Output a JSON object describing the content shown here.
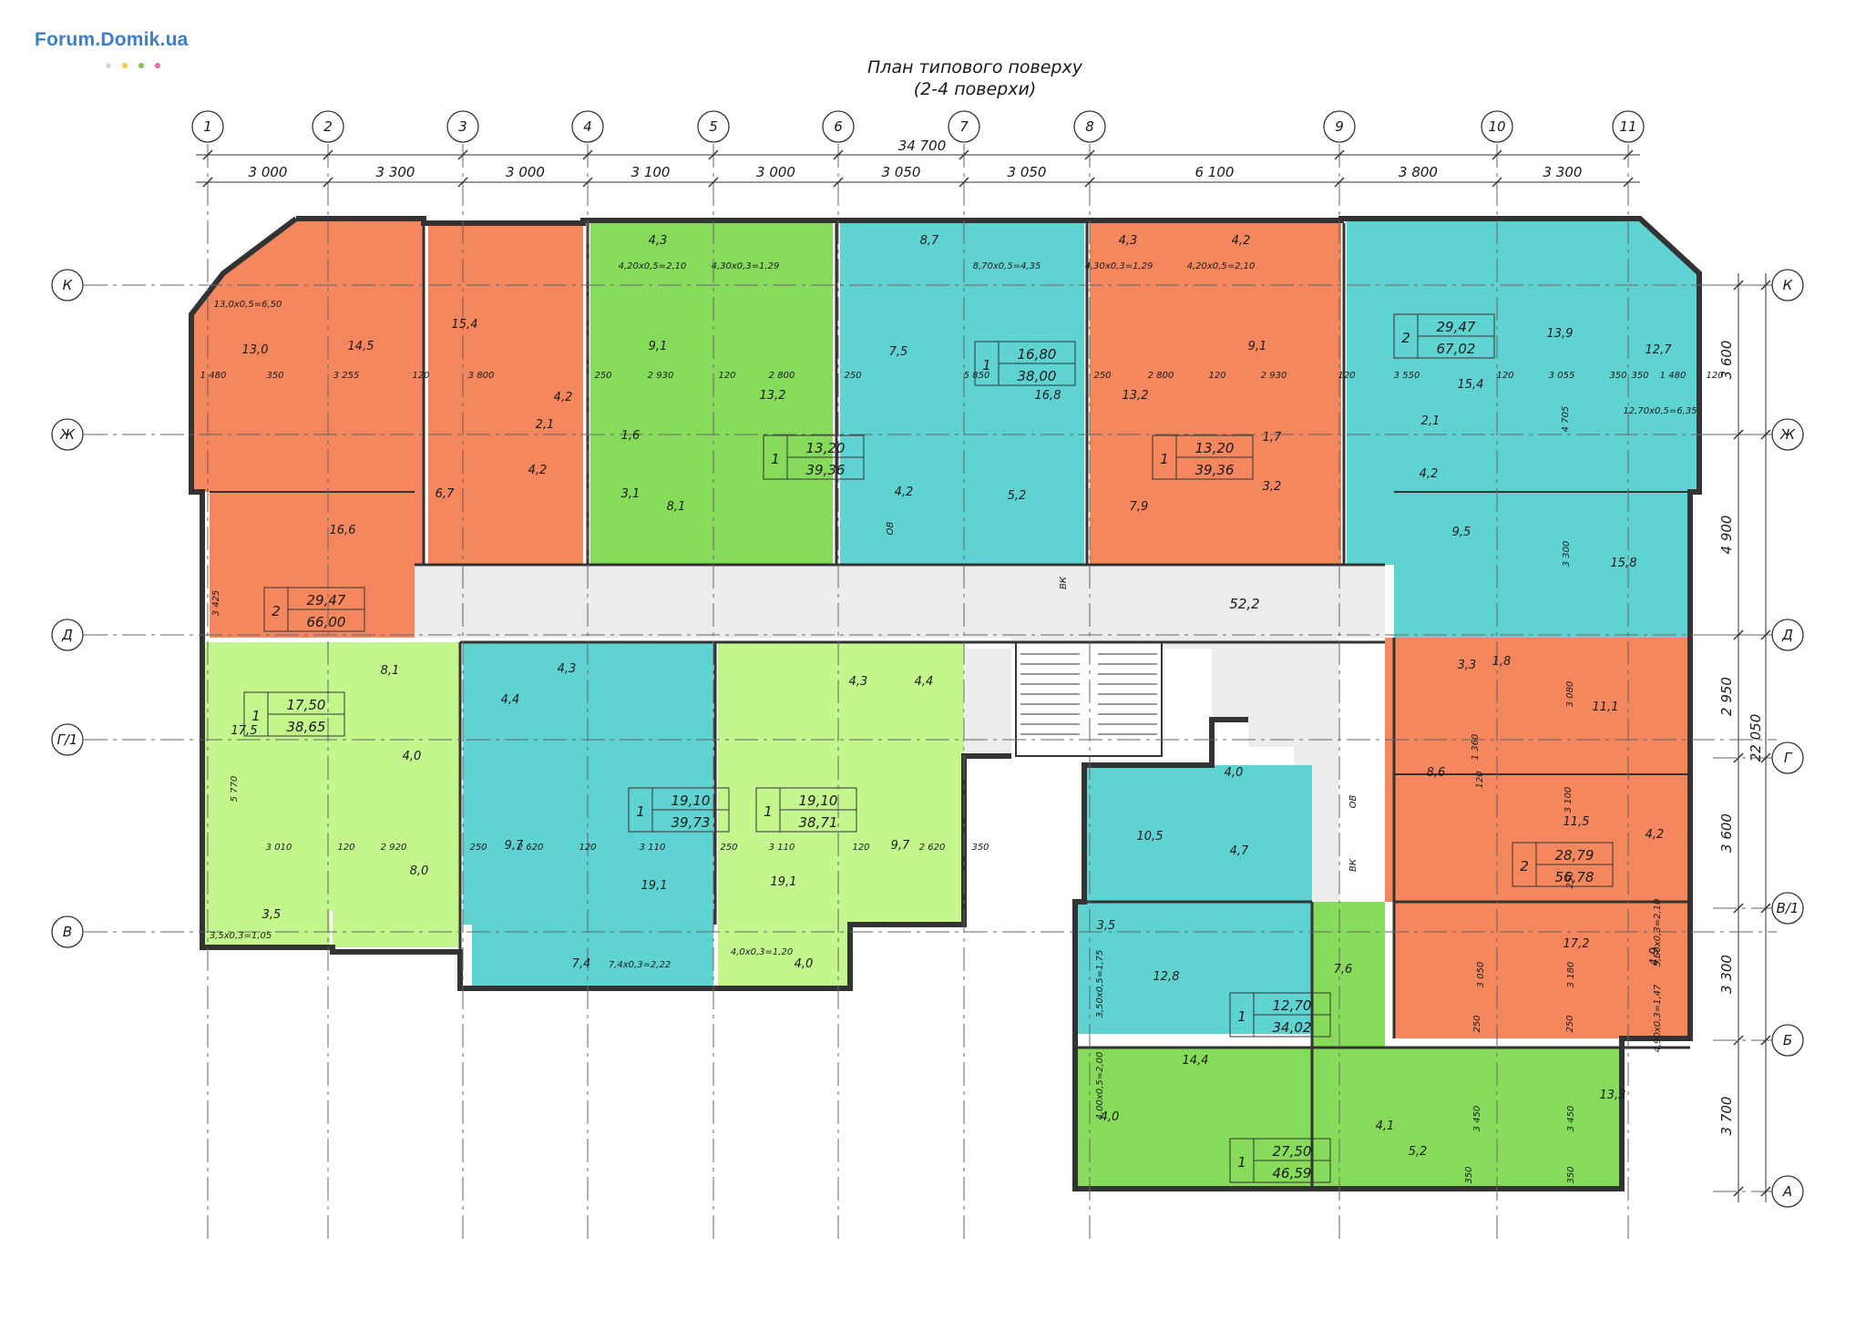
{
  "logo": {
    "text": "Forum.Domik.ua",
    "dots": [
      "#d9d9d9",
      "#f5c842",
      "#7fc25a",
      "#e86aa6"
    ]
  },
  "title": {
    "line1": "План типового поверху",
    "line2": "(2-4 поверхи)"
  },
  "colors": {
    "orange": "#f4875e",
    "green": "#86dc5a",
    "lightgreen": "#c3f78e",
    "teal": "#5ed3d1",
    "corridor": "#ececec",
    "line": "#333333"
  },
  "axes_top": [
    "1",
    "2",
    "3",
    "4",
    "5",
    "6",
    "7",
    "8",
    "9",
    "10",
    "11"
  ],
  "axes_left": [
    "К",
    "Ж",
    "Д",
    "Г/1",
    "В"
  ],
  "axes_right": [
    "К",
    "Ж",
    "Д",
    "Г",
    "В/1",
    "Б",
    "А"
  ],
  "overall_width": "34 700",
  "dims_top": [
    "3 000",
    "3 300",
    "3 000",
    "3 100",
    "3 000",
    "3 050",
    "3 050",
    "6 100",
    "3 800",
    "3 300"
  ],
  "dims_right": [
    "3 600",
    "4 900",
    "2 950",
    "3 600",
    "3 300",
    "3 700"
  ],
  "overall_height": "22 050",
  "apartments": [
    {
      "rooms": "2",
      "living": "29,47",
      "total": "66,00"
    },
    {
      "rooms": "1",
      "living": "13,20",
      "total": "39,36"
    },
    {
      "rooms": "1",
      "living": "16,80",
      "total": "38,00"
    },
    {
      "rooms": "1",
      "living": "13,20",
      "total": "39,36"
    },
    {
      "rooms": "2",
      "living": "29,47",
      "total": "67,02"
    },
    {
      "rooms": "1",
      "living": "17,50",
      "total": "38,65"
    },
    {
      "rooms": "1",
      "living": "19,10",
      "total": "39,73"
    },
    {
      "rooms": "1",
      "living": "19,10",
      "total": "38,71"
    },
    {
      "rooms": "2",
      "living": "28,79",
      "total": "56,78"
    },
    {
      "rooms": "1",
      "living": "12,70",
      "total": "34,02"
    },
    {
      "rooms": "1",
      "living": "27,50",
      "total": "46,59"
    }
  ],
  "rooms": [
    "13,0",
    "14,5",
    "15,4",
    "6,7",
    "16,6",
    "2,1",
    "4,2",
    "4,2",
    "4,3",
    "9,1",
    "13,2",
    "1,6",
    "3,1",
    "8,1",
    "8,7",
    "7,5",
    "16,8",
    "4,2",
    "5,2",
    "4,3",
    "4,2",
    "13,2",
    "9,1",
    "1,7",
    "3,2",
    "7,9",
    "15,4",
    "13,9",
    "12,7",
    "2,1",
    "4,2",
    "9,5",
    "15,8",
    "52,2",
    "8,1",
    "17,5",
    "4,0",
    "8,0",
    "3,5",
    "4,4",
    "4,3",
    "9,7",
    "19,1",
    "7,4",
    "4,3",
    "4,4",
    "19,1",
    "9,7",
    "4,0",
    "3,3",
    "1,8",
    "11,1",
    "8,6",
    "11,5",
    "4,2",
    "17,2",
    "4,9",
    "10,5",
    "4,0",
    "4,7",
    "3,5",
    "12,8",
    "7,6",
    "14,4",
    "4,0",
    "4,1",
    "5,2",
    "13,3"
  ],
  "balcony_notes": [
    "13,0x0,5=6,50",
    "4,20x0,5=2,10",
    "4,30x0,3=1,29",
    "8,70x0,5=4,35",
    "4,30x0,3=1,29",
    "4,20x0,5=2,10",
    "12,70x0,5=6,35",
    "3,5x0,3=1,05",
    "7,4x0,3=2,22",
    "4,0x0,3=1,20",
    "3,50x0,3=2,10",
    "4,90x0,3=1,47",
    "3,50x0,5=1,75",
    "4,00x0,5=2,00"
  ],
  "inner_dims": [
    "1 480",
    "350",
    "3 255",
    "120",
    "3 800",
    "250",
    "2 930",
    "120",
    "2 800",
    "250",
    "5 850",
    "250",
    "2 800",
    "120",
    "2 930",
    "120",
    "3 550",
    "120",
    "3 055",
    "350",
    "1 480",
    "120",
    "3 425",
    "5 770",
    "3 010",
    "120",
    "2 920",
    "250",
    "2 620",
    "120",
    "3 110",
    "250",
    "3 110",
    "120",
    "2 620",
    "350",
    "3 080",
    "1 360",
    "3 100",
    "3 050",
    "3 180",
    "3 450",
    "3 450",
    "3 300",
    "4 705",
    "350",
    "350",
    "120",
    "250",
    "250",
    "250",
    "350",
    "ОВ",
    "ВК",
    "ОВ",
    "ВК"
  ]
}
